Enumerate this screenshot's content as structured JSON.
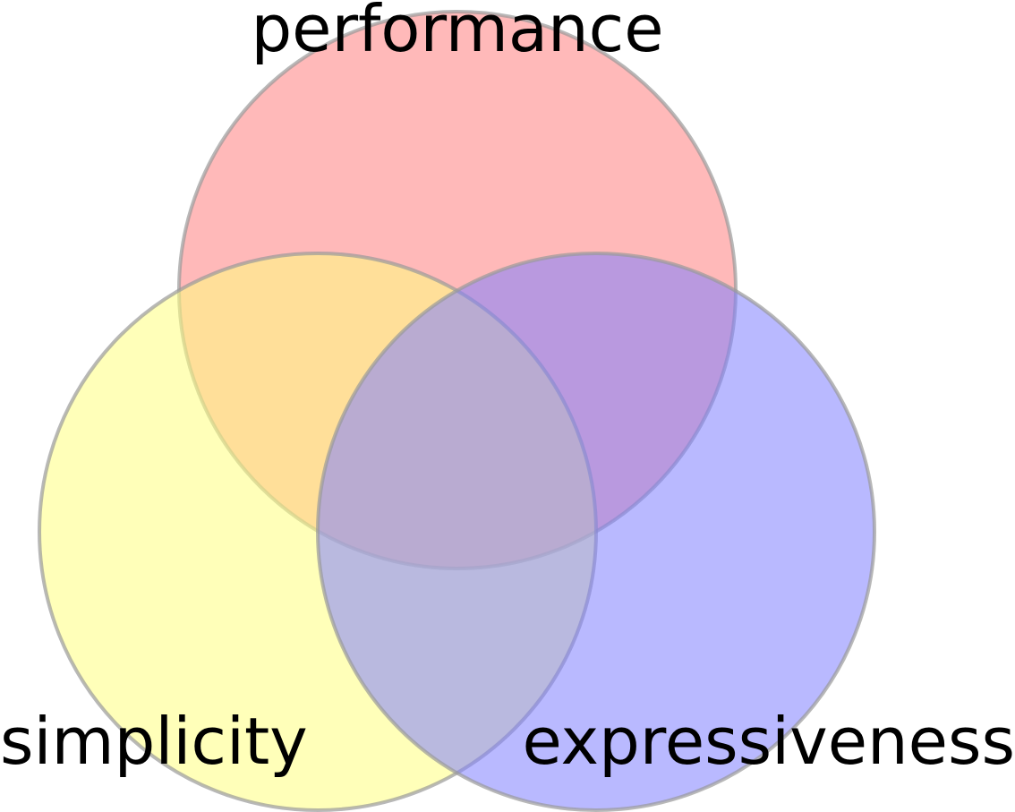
{
  "diagram": {
    "type": "venn",
    "sets": [
      {
        "id": "performance",
        "label": "performance",
        "color": "#ff8080"
      },
      {
        "id": "simplicity",
        "label": "simplicity",
        "color": "#ffff80"
      },
      {
        "id": "expressiveness",
        "label": "expressiveness",
        "color": "#8080ff"
      }
    ]
  }
}
